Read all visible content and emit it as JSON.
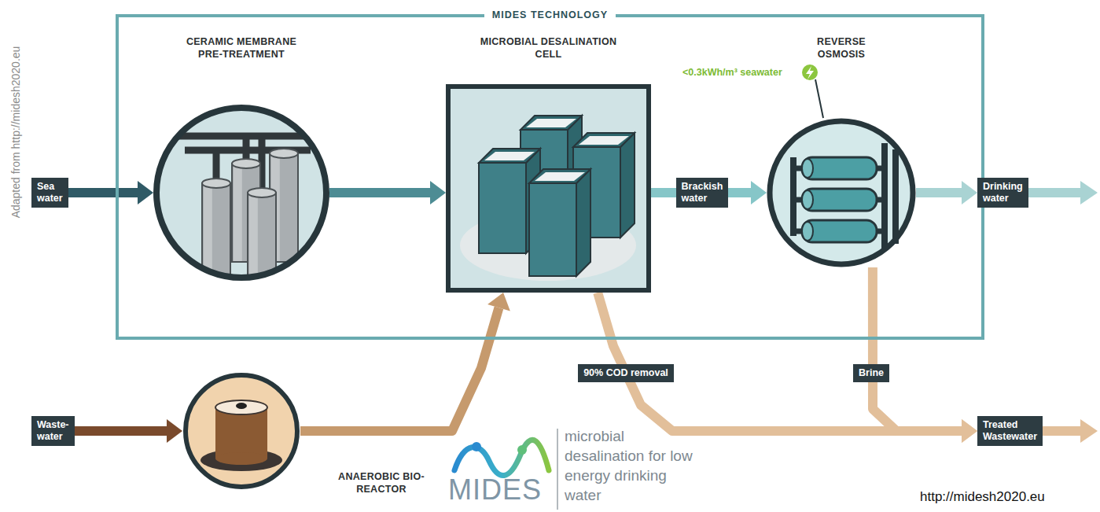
{
  "diagram": {
    "nodes": [
      {
        "text": [
          "MIDES TECHNOLOGY"
        ]
      },
      {
        "text": [
          "Sea water"
        ]
      },
      {
        "text": [
          "CERAMIC MEMBRANE PRE-TREATMENT"
        ],
        "in": 0
      },
      {
        "text": [
          "MICROBIAL DESALINATION CELL"
        ],
        "in": 0
      },
      {
        "text": [
          "REVERSE OSMOSIS"
        ],
        "in": 0
      },
      {
        "text": [
          "Drinking water"
        ]
      },
      {
        "text": [
          "Waste-water"
        ]
      },
      {
        "text": [
          "ANAEROBIC BIO-REACTOR"
        ]
      },
      {
        "text": [
          "Treated Wastewater"
        ]
      }
    ],
    "edges": [
      {
        "from": 1,
        "to": 2,
        "arrow": "to"
      },
      {
        "from": 2,
        "to": 3,
        "arrow": "to"
      },
      {
        "from": 3,
        "to": 4,
        "label": "Brackish water",
        "arrow": "to"
      },
      {
        "from": 4,
        "to": 5,
        "arrow": "to"
      },
      {
        "from": 6,
        "to": 7,
        "arrow": "to"
      },
      {
        "from": 7,
        "to": 3,
        "arrow": "to"
      },
      {
        "from": 3,
        "to": 8,
        "label": "90% COD removal",
        "arrow": "to"
      },
      {
        "from": 4,
        "to": 8,
        "label": "Brine",
        "arrow": "to"
      }
    ],
    "labels": [
      "<0.3kWh/m³ seawater",
      "Adapted from http://midesh2020.eu",
      "MIDES",
      "microbial desalination for low energy drinking water",
      "http://midesh2020.eu"
    ]
  }
}
